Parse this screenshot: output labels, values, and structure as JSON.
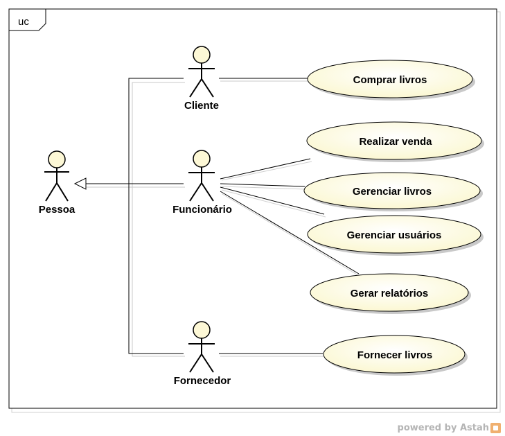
{
  "frame": {
    "tag": "uc"
  },
  "actors": {
    "pessoa": "Pessoa",
    "cliente": "Cliente",
    "funcionario": "Funcionário",
    "fornecedor": "Fornecedor"
  },
  "use_cases": {
    "comprar_livros": "Comprar livros",
    "realizar_venda": "Realizar venda",
    "gerenciar_livros": "Gerenciar livros",
    "gerenciar_usuarios": "Gerenciar usuários",
    "gerar_relatorios": "Gerar relatórios",
    "fornecer_livros": "Fornecer livros"
  },
  "footer": {
    "powered_by": "powered by Astah"
  },
  "colors": {
    "ellipse_fill": "#fdfbe3",
    "actor_head_fill": "#fdf8d6",
    "shadow": "#bdbdbd",
    "line": "#000000"
  }
}
